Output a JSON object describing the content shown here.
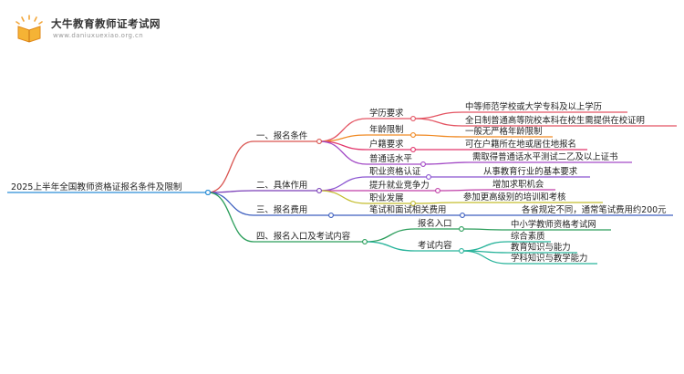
{
  "header": {
    "site_title": "大牛教育教师证考试网",
    "site_url": "www.daniuxuexiao.org.cn",
    "logo_icon": "open-book-icon"
  },
  "mindmap": {
    "root": "2025上半年全国教师资格证报名条件及限制",
    "branches": [
      {
        "label": "一、报名条件",
        "color": "#d9534f",
        "children": [
          {
            "label": "学历要求",
            "color": "#e45563",
            "children": [
              "中等师范学校或大学专科及以上学历",
              "全日制普通高等院校本科在校生需提供在校证明"
            ]
          },
          {
            "label": "年龄限制",
            "color": "#f08a24",
            "children": [
              "一般无严格年龄限制"
            ]
          },
          {
            "label": "户籍要求",
            "color": "#e2356b",
            "children": [
              "可在户籍所在地或居住地报名"
            ]
          },
          {
            "label": "普通话水平",
            "color": "#a34bc6",
            "children": [
              "需取得普通话水平测试二乙及以上证书"
            ]
          }
        ]
      },
      {
        "label": "二、具体作用",
        "color": "#7a3fb8",
        "children": [
          {
            "label": "职业资格认证",
            "color": "#8b55d1",
            "children": [
              "从事教育行业的基本要求"
            ]
          },
          {
            "label": "提升就业竞争力",
            "color": "#c03fa8",
            "children": [
              "增加求职机会"
            ]
          },
          {
            "label": "职业发展",
            "color": "#c4bd2d",
            "children": [
              "参加更高级别的培训和考核"
            ]
          }
        ]
      },
      {
        "label": "三、报名费用",
        "color": "#3d5fbf",
        "children": [
          {
            "label": "笔试和面试相关费用",
            "color": "#3d5fbf",
            "children": [
              "各省规定不同，通常笔试费用约200元"
            ]
          }
        ]
      },
      {
        "label": "四、报名入口及考试内容",
        "color": "#2a9d5a",
        "children": [
          {
            "label": "报名入口",
            "color": "#2a9d5a",
            "children": [
              "中小学教师资格考试网"
            ]
          },
          {
            "label": "考试内容",
            "color": "#27b39a",
            "children": [
              "综合素质",
              "教育知识与能力",
              "学科知识与教学能力"
            ]
          }
        ]
      }
    ]
  }
}
